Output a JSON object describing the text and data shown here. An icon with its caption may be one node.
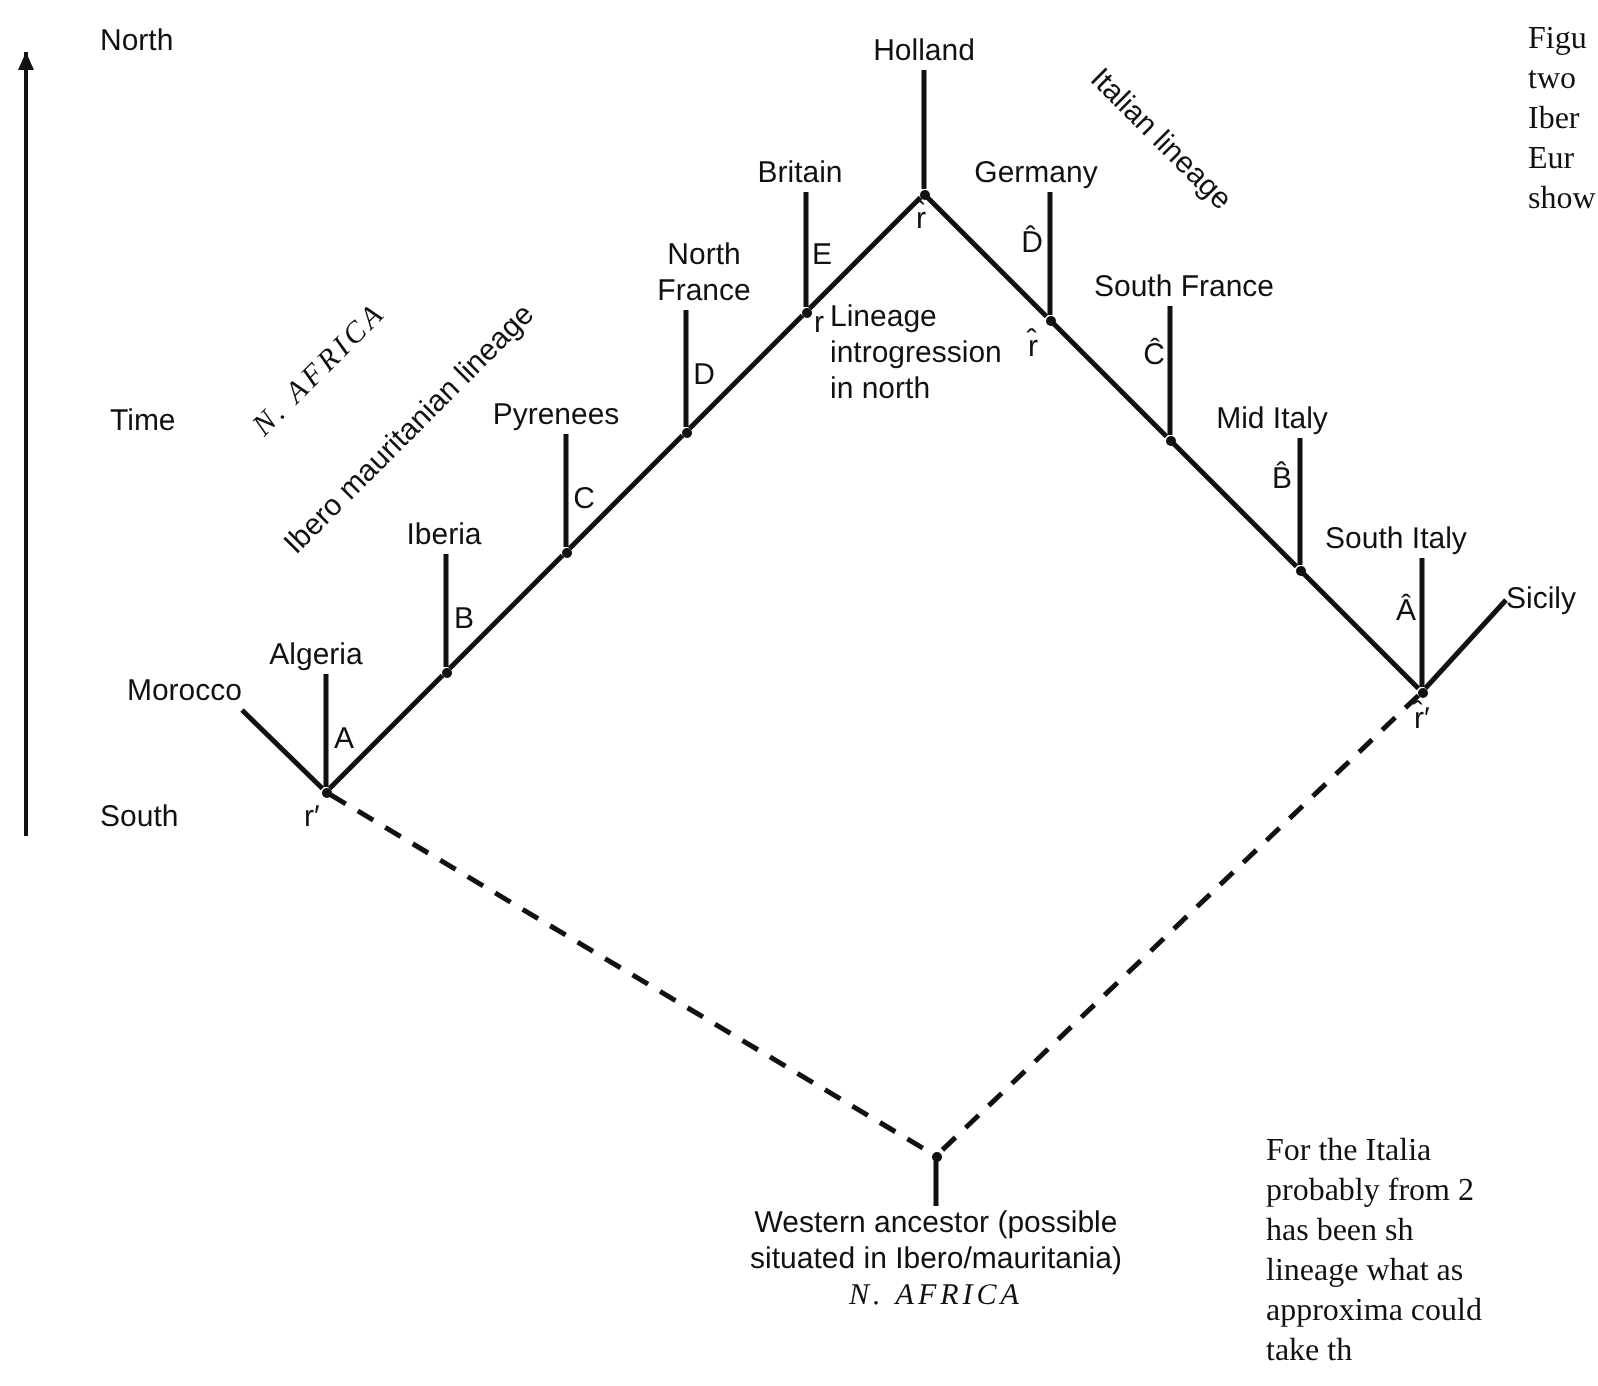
{
  "diagram": {
    "nodes": [
      {
        "text": [
          "Morocco"
        ]
      },
      {
        "text": [
          "Algeria"
        ]
      },
      {
        "text": [
          "Iberia"
        ]
      },
      {
        "text": [
          "Pyrenees"
        ]
      },
      {
        "text": [
          "North France"
        ]
      },
      {
        "text": [
          "Britain"
        ]
      },
      {
        "text": [
          "Holland"
        ]
      },
      {
        "text": [
          "Germany"
        ]
      },
      {
        "text": [
          "South France"
        ]
      },
      {
        "text": [
          "Mid Italy"
        ]
      },
      {
        "text": [
          "South Italy"
        ]
      },
      {
        "text": [
          "Sicily"
        ]
      },
      {
        "text": [
          "Western ancestor (possible situated in Ibero/mauritania)",
          "N. AFRICA"
        ]
      },
      {
        "text": [],
        "shape": "junction",
        "beside": [
          "r′"
        ]
      },
      {
        "text": [],
        "shape": "junction"
      },
      {
        "text": [],
        "shape": "junction"
      },
      {
        "text": [],
        "shape": "junction"
      },
      {
        "text": [],
        "shape": "junction",
        "beside": [
          "r"
        ]
      },
      {
        "text": [],
        "shape": "junction",
        "beside": [
          "r̂"
        ]
      },
      {
        "text": [],
        "shape": "junction",
        "beside": [
          "r̂"
        ]
      },
      {
        "text": [],
        "shape": "junction"
      },
      {
        "text": [],
        "shape": "junction"
      },
      {
        "text": [],
        "shape": "junction",
        "beside": [
          "r̂′"
        ]
      },
      {
        "text": [],
        "shape": "junction"
      }
    ],
    "edges": [
      {
        "from": 13,
        "to": 0,
        "arrow": "none"
      },
      {
        "from": 13,
        "to": 1,
        "arrow": "none",
        "label": "A"
      },
      {
        "from": 13,
        "to": 14,
        "arrow": "none"
      },
      {
        "from": 14,
        "to": 2,
        "arrow": "none",
        "label": "B"
      },
      {
        "from": 14,
        "to": 15,
        "arrow": "none"
      },
      {
        "from": 15,
        "to": 3,
        "arrow": "none",
        "label": "C"
      },
      {
        "from": 15,
        "to": 16,
        "arrow": "none"
      },
      {
        "from": 16,
        "to": 4,
        "arrow": "none",
        "label": "D"
      },
      {
        "from": 16,
        "to": 17,
        "arrow": "none"
      },
      {
        "from": 17,
        "to": 5,
        "arrow": "none",
        "label": "E"
      },
      {
        "from": 17,
        "to": 18,
        "arrow": "none"
      },
      {
        "from": 18,
        "to": 6,
        "arrow": "none"
      },
      {
        "from": 18,
        "to": 19,
        "arrow": "none"
      },
      {
        "from": 19,
        "to": 7,
        "arrow": "none",
        "label": "D̂"
      },
      {
        "from": 19,
        "to": 20,
        "arrow": "none"
      },
      {
        "from": 20,
        "to": 8,
        "arrow": "none",
        "label": "Ĉ"
      },
      {
        "from": 20,
        "to": 21,
        "arrow": "none"
      },
      {
        "from": 21,
        "to": 9,
        "arrow": "none",
        "label": "B̂"
      },
      {
        "from": 21,
        "to": 22,
        "arrow": "none"
      },
      {
        "from": 22,
        "to": 10,
        "arrow": "none",
        "label": "Â"
      },
      {
        "from": 22,
        "to": 11,
        "arrow": "none"
      },
      {
        "from": 13,
        "to": 23,
        "arrow": "none",
        "style": "dashed"
      },
      {
        "from": 22,
        "to": 23,
        "arrow": "none",
        "style": "dashed"
      },
      {
        "from": 23,
        "to": 12,
        "arrow": "none"
      }
    ],
    "labels": [
      "North",
      "Time",
      "South",
      "Ibero mauritanian lineage",
      "N. AFRICA",
      "Italian lineage",
      "Lineage introgression in north",
      "Figu two Iber Eur show",
      "For the Italia probably from 2 has been sh lineage what as approxima could take th"
    ]
  }
}
